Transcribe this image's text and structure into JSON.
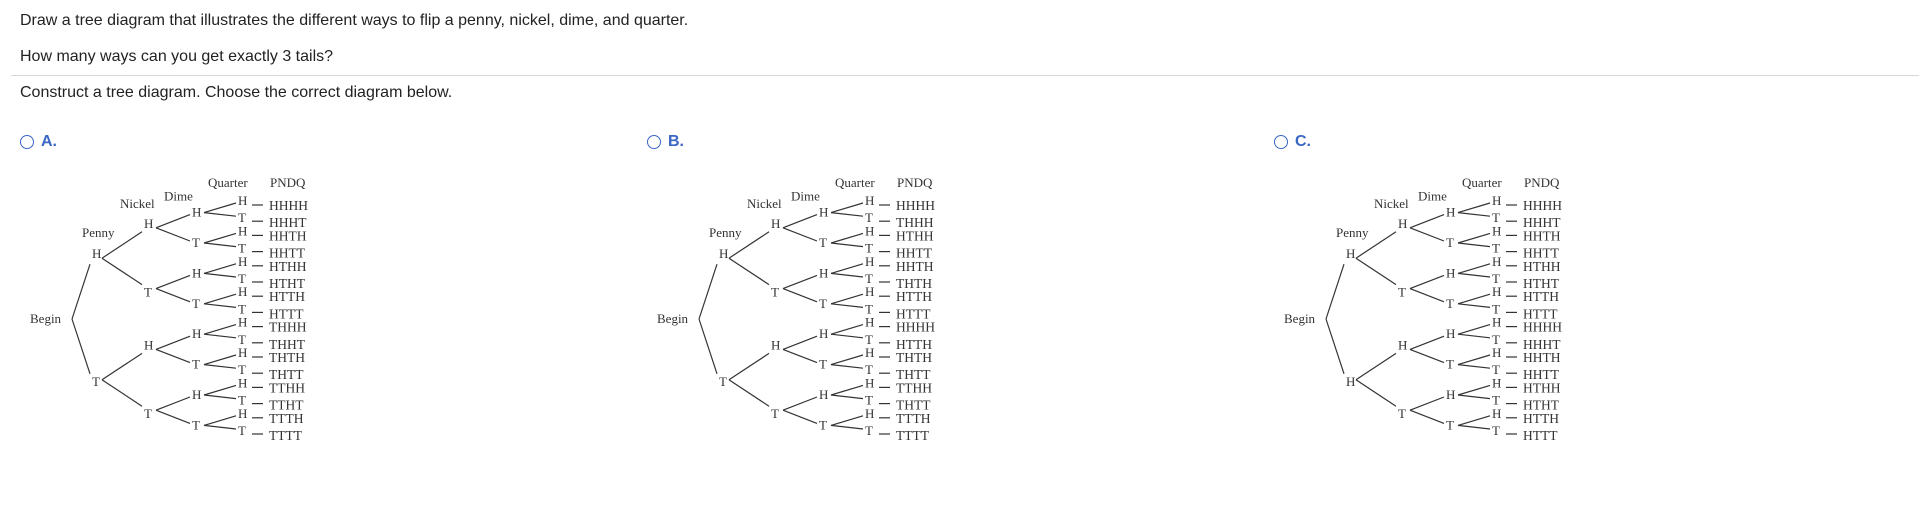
{
  "question": {
    "line1": "Draw a tree diagram that illustrates the different ways to flip a penny, nickel, dime, and quarter.",
    "line2": "How many ways can you get exactly 3 tails?",
    "instruction": "Construct a tree diagram. Choose the correct diagram below."
  },
  "colors": {
    "accent": "#3a66c4",
    "divider": "#d7d7d7",
    "text": "#222222"
  },
  "icons": {
    "radio": "radio-circle-icon"
  },
  "options": [
    {
      "label": "A.",
      "tree": {
        "root": "Begin",
        "headers": {
          "penny": "Penny",
          "nickel": "Nickel",
          "dime": "Dime",
          "quarter": "Quarter",
          "outcome": "PNDQ"
        },
        "penny": [
          "H",
          "T"
        ],
        "nickel": [
          "H",
          "T",
          "H",
          "T"
        ],
        "dime": [
          "H",
          "T",
          "H",
          "T",
          "H",
          "T",
          "H",
          "T"
        ],
        "quarter": [
          "H",
          "T",
          "H",
          "T",
          "H",
          "T",
          "H",
          "T",
          "H",
          "T",
          "H",
          "T",
          "H",
          "T",
          "H",
          "T"
        ],
        "outcomes": [
          "HHHH",
          "HHHT",
          "HHTH",
          "HHTT",
          "HTHH",
          "HTHT",
          "HTTH",
          "HTTT",
          "THHH",
          "THHT",
          "THTH",
          "THTT",
          "TTHH",
          "TTHT",
          "TTTH",
          "TTTT"
        ]
      }
    },
    {
      "label": "B.",
      "tree": {
        "root": "Begin",
        "headers": {
          "penny": "Penny",
          "nickel": "Nickel",
          "dime": "Dime",
          "quarter": "Quarter",
          "outcome": "PNDQ"
        },
        "penny": [
          "H",
          "T"
        ],
        "nickel": [
          "H",
          "T",
          "H",
          "T"
        ],
        "dime": [
          "H",
          "T",
          "H",
          "T",
          "H",
          "T",
          "H",
          "T"
        ],
        "quarter": [
          "H",
          "T",
          "H",
          "T",
          "H",
          "T",
          "H",
          "T",
          "H",
          "T",
          "H",
          "T",
          "H",
          "T",
          "H",
          "T"
        ],
        "outcomes": [
          "HHHH",
          "THHH",
          "HTHH",
          "HHTT",
          "HHTH",
          "THTH",
          "HTTH",
          "HTTT",
          "HHHH",
          "HTTH",
          "THTH",
          "THTT",
          "TTHH",
          "THTT",
          "TTTH",
          "TTTT"
        ]
      }
    },
    {
      "label": "C.",
      "tree": {
        "root": "Begin",
        "headers": {
          "penny": "Penny",
          "nickel": "Nickel",
          "dime": "Dime",
          "quarter": "Quarter",
          "outcome": "PNDQ"
        },
        "penny": [
          "H",
          "H"
        ],
        "nickel": [
          "H",
          "T",
          "H",
          "T"
        ],
        "dime": [
          "H",
          "T",
          "H",
          "T",
          "H",
          "T",
          "H",
          "T"
        ],
        "quarter": [
          "H",
          "T",
          "H",
          "T",
          "H",
          "T",
          "H",
          "T",
          "H",
          "T",
          "H",
          "T",
          "H",
          "T",
          "H",
          "T"
        ],
        "outcomes": [
          "HHHH",
          "HHHT",
          "HHTH",
          "HHTT",
          "HTHH",
          "HTHT",
          "HTTH",
          "HTTT",
          "HHHH",
          "HHHT",
          "HHTH",
          "HHTT",
          "HTHH",
          "HTHT",
          "HTTH",
          "HTTT"
        ]
      }
    }
  ]
}
